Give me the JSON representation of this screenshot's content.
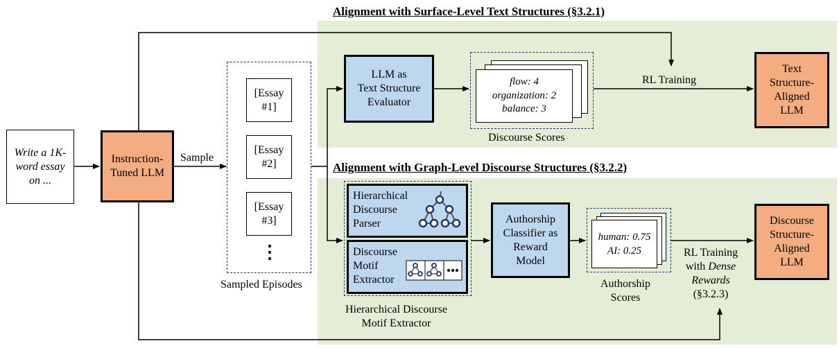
{
  "input_prompt": [
    "Write a 1K-",
    "word essay",
    "on ..."
  ],
  "instruction_llm": [
    "Instruction-",
    "Tuned LLM"
  ],
  "sample_label": "Sample",
  "essays": [
    [
      "[Essay",
      "#1]"
    ],
    [
      "[Essay",
      "#2]"
    ],
    [
      "[Essay",
      "#3]"
    ]
  ],
  "essay_ellipsis": "⋮",
  "sampled_episodes_label": "Sampled Episodes",
  "surface": {
    "title": "Alignment with Surface-Level Text Structures (§3.2.1)",
    "evaluator": [
      "LLM as",
      "Text Structure",
      "Evaluator"
    ],
    "scores": [
      "flow: 4",
      "organization: 2",
      "balance: 3"
    ],
    "scores_label": "Discourse Scores",
    "rl_label": "RL Training",
    "output": [
      "Text",
      "Structure-",
      "Aligned",
      "LLM"
    ]
  },
  "graph": {
    "title": "Alignment with Graph-Level Discourse Structures (§3.2.2)",
    "parser": [
      "Hierarchical",
      "Discourse",
      "Parser"
    ],
    "motif": [
      "Discourse",
      "Motif",
      "Extractor"
    ],
    "extractor_label": [
      "Hierarchical Discourse",
      "Motif Extractor"
    ],
    "classifier": [
      "Authorship",
      "Classifier as",
      "Reward",
      "Model"
    ],
    "scores": [
      "human: 0.75",
      "AI: 0.25"
    ],
    "scores_label": [
      "Authorship",
      "Scores"
    ],
    "rl_label": [
      "RL Training",
      "with",
      "Dense",
      "Rewards",
      "(§3.2.3)"
    ],
    "output": [
      "Discourse",
      "Structure-",
      "Aligned",
      "LLM"
    ]
  },
  "colors": {
    "panel": "#e4edd6",
    "orange": "#f3ad80",
    "blue": "#bdd7ee",
    "dashed": "#1f3864",
    "node": "#1f3864"
  }
}
